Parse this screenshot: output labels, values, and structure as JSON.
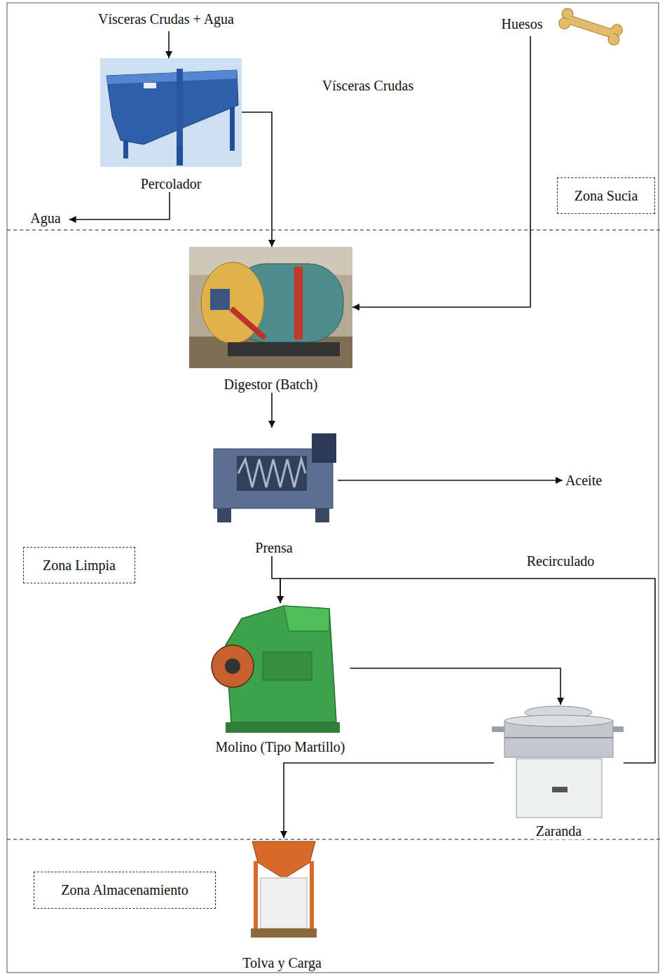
{
  "diagram": {
    "nodes": [
      {
        "text": [
          "Vísceras Crudas + Agua"
        ]
      },
      {
        "text": [
          "Huesos"
        ]
      },
      {
        "text": [
          "Percolador"
        ]
      },
      {
        "text": [
          "Zona Sucia"
        ]
      },
      {
        "text": [
          "Agua"
        ]
      },
      {
        "text": [
          "Digestor (Batch)"
        ]
      },
      {
        "text": [
          "Prensa"
        ]
      },
      {
        "text": [
          "Aceite"
        ]
      },
      {
        "text": [
          "Zona Limpia"
        ]
      },
      {
        "text": [
          "Molino (Tipo  Martillo)"
        ]
      },
      {
        "text": [
          "Zaranda"
        ]
      },
      {
        "text": [
          "Zona Almacenamiento"
        ]
      },
      {
        "text": [
          "Tolva y Carga"
        ]
      }
    ],
    "edges": [
      {
        "from": 0,
        "to": 2,
        "arrow": "to"
      },
      {
        "from": 2,
        "to": 4,
        "arrow": "to"
      },
      {
        "from": 2,
        "to": 5,
        "arrow": "to"
      },
      {
        "from": 1,
        "to": 5,
        "arrow": "to"
      },
      {
        "from": 5,
        "to": 6,
        "arrow": "to"
      },
      {
        "from": 6,
        "to": 7,
        "arrow": "to"
      },
      {
        "from": 6,
        "to": 9,
        "arrow": "to"
      },
      {
        "from": 9,
        "to": 10,
        "arrow": "to"
      },
      {
        "from": 10,
        "to": 9,
        "label": "Recirculado",
        "arrow": "to"
      },
      {
        "from": 10,
        "to": 12,
        "arrow": "to"
      }
    ],
    "labels": [
      "Vísceras Crudas"
    ]
  }
}
